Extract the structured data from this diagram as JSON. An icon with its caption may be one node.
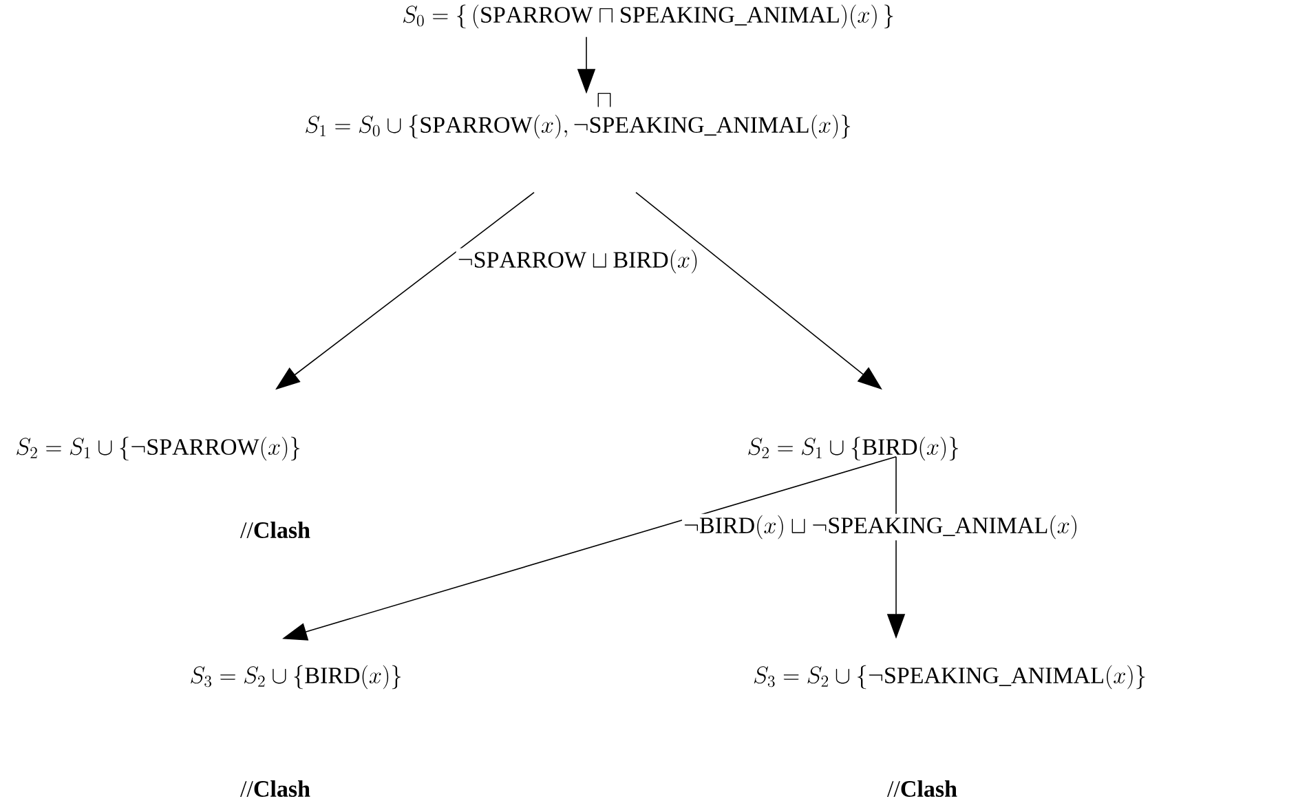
{
  "diagram": {
    "nodes": [
      {
        "text": [
          "S_0 = \\{\\, (\\mathrm{SPARROW} \\sqcap \\mathrm{SPEAKING\\_ANIMAL})(x) \\,\\}"
        ]
      },
      {
        "text": [
          "S_1 = S_0 \\cup \\{\\mathrm{SPARROW}(x), \\neg\\mathrm{SPEAKING\\_ANIMAL}(x)\\}"
        ]
      },
      {
        "text": [
          "S_2 = S_1 \\cup \\{\\neg\\mathrm{SPARROW}(x)\\}"
        ],
        "beside": [
          "//**Clash**"
        ]
      },
      {
        "text": [
          "S_2 = S_1 \\cup \\{\\mathrm{BIRD}(x)\\}"
        ]
      },
      {
        "text": [
          "S_3 = S_2 \\cup \\{\\mathrm{BIRD}(x)\\}"
        ],
        "beside": [
          "//**Clash**"
        ]
      },
      {
        "text": [
          "S_3 = S_2 \\cup \\{\\neg\\mathrm{SPEAKING\\_ANIMAL}(x)\\}"
        ],
        "beside": [
          "//**Clash**"
        ]
      }
    ],
    "edges": [
      {
        "from": 0,
        "to": 1,
        "arrow": "to",
        "label": "\\sqcap"
      },
      {
        "from": 1,
        "to": 2,
        "arrow": "to",
        "label": "\\neg\\mathrm{SPARROW} \\sqcup \\mathrm{BIRD}(x)"
      },
      {
        "from": 1,
        "to": 3,
        "arrow": "to"
      },
      {
        "from": 3,
        "to": 4,
        "arrow": "to",
        "label": "\\neg\\mathrm{BIRD}(x) \\sqcup \\neg\\mathrm{SPEAKING\\_ANIMAL}(x)"
      },
      {
        "from": 3,
        "to": 5,
        "arrow": "to"
      }
    ]
  }
}
